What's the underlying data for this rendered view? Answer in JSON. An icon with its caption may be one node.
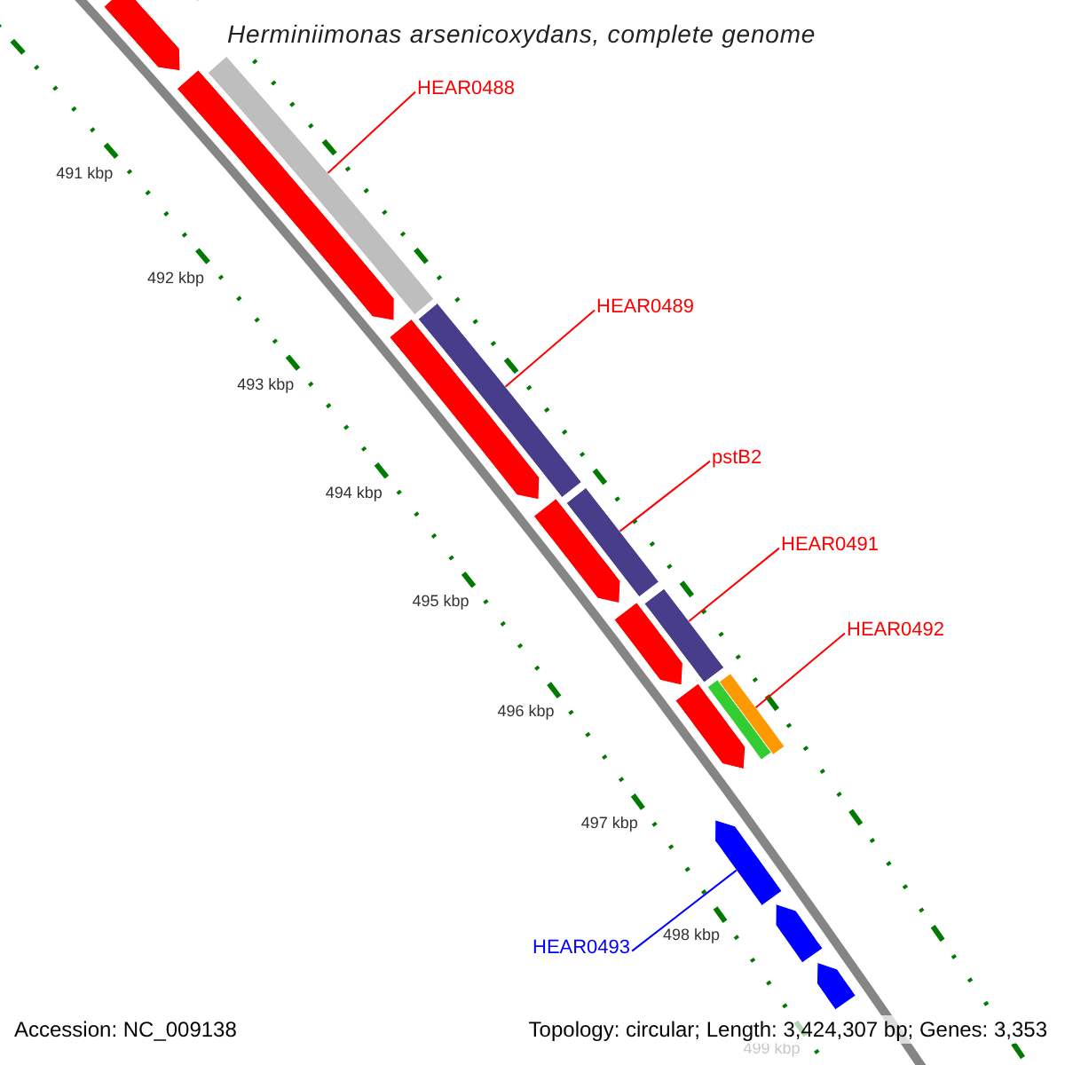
{
  "diagram": {
    "title": "Herminiimonas arsenicoxydans, complete genome",
    "nodes": [
      {
        "text": [
          "HEAR0488"
        ]
      },
      {
        "text": [],
        "shape": "bar"
      },
      {
        "text": [
          "HEAR0489"
        ]
      },
      {
        "text": [],
        "shape": "bar"
      },
      {
        "text": [
          "pstB2"
        ]
      },
      {
        "text": [],
        "shape": "bar"
      },
      {
        "text": [
          "HEAR0491"
        ]
      },
      {
        "text": [],
        "shape": "bar"
      },
      {
        "text": [
          "HEAR0492"
        ]
      },
      {
        "text": [],
        "shape": "bar"
      },
      {
        "text": [
          "HEAR0493"
        ]
      },
      {
        "text": [],
        "shape": "bar"
      },
      {
        "text": [],
        "shape": "bar"
      },
      {
        "text": [],
        "shape": "bar"
      },
      {
        "text": [],
        "shape": "bar"
      },
      {
        "text": [],
        "shape": "bar"
      },
      {
        "text": [],
        "shape": "bar"
      },
      {
        "text": [],
        "shape": "bar"
      },
      {
        "text": [],
        "shape": "bar"
      },
      {
        "text": [],
        "shape": "bar"
      },
      {
        "text": [],
        "shape": "bar"
      }
    ],
    "edges": [
      {
        "from": 0,
        "to": 1,
        "arrow": "none"
      },
      {
        "from": 2,
        "to": 3,
        "arrow": "none"
      },
      {
        "from": 4,
        "to": 5,
        "arrow": "none"
      },
      {
        "from": 6,
        "to": 7,
        "arrow": "none"
      },
      {
        "from": 8,
        "to": 9,
        "arrow": "none"
      },
      {
        "from": 10,
        "to": 11,
        "arrow": "none",
        "color": "#0000ff"
      }
    ],
    "labels": [
      "491 kbp",
      "492 kbp",
      "493 kbp",
      "494 kbp",
      "495 kbp",
      "496 kbp",
      "497 kbp",
      "498 kbp",
      "499 kbp",
      "Accession: NC_009138",
      "Topology: circular; Length: 3,424,307 bp; Genes: 3,353"
    ]
  }
}
